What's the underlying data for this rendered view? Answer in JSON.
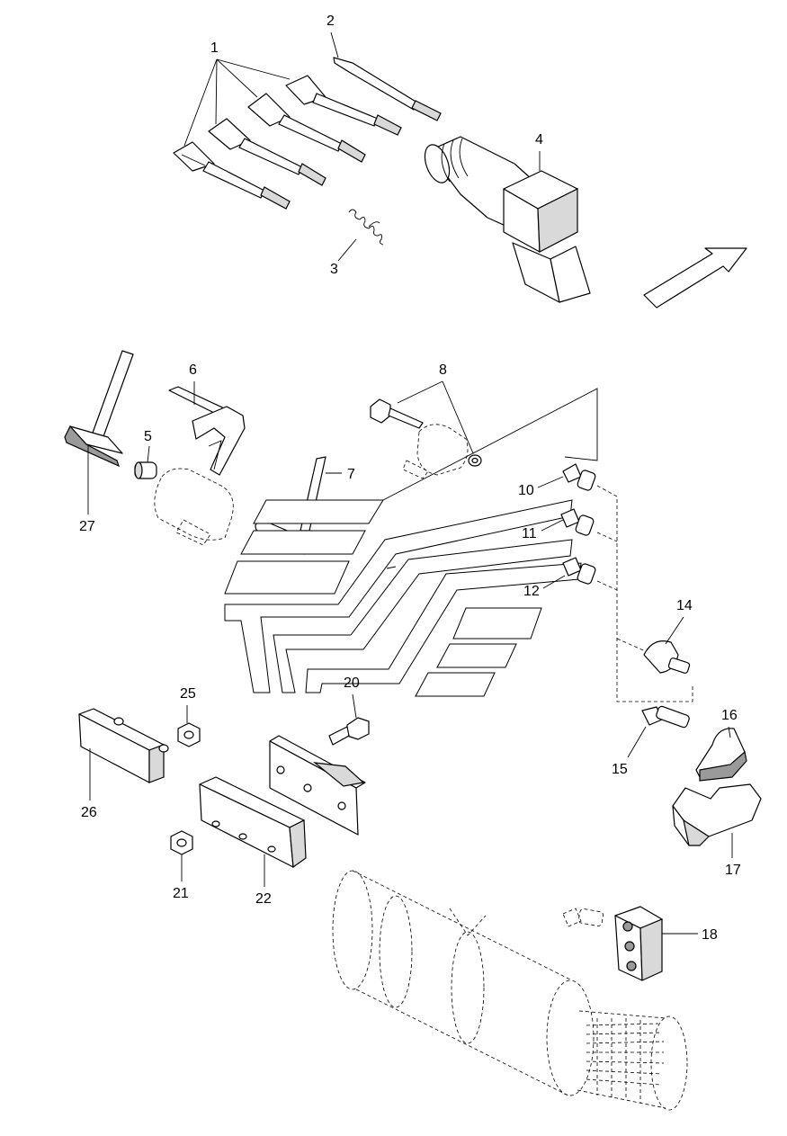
{
  "callouts": {
    "c1": "1",
    "c2": "2",
    "c3": "3",
    "c4": "4",
    "c5": "5",
    "c6": "6",
    "c7": "7",
    "c8": "8",
    "c10": "10",
    "c11": "11",
    "c12": "12",
    "c14": "14",
    "c15": "15",
    "c16": "16",
    "c17": "17",
    "c18": "18",
    "c20": "20",
    "c21": "21",
    "c22": "22",
    "c25": "25",
    "c26": "26",
    "c27": "27"
  },
  "icons": {
    "direction_arrow": "outline-arrow-icon"
  },
  "colors": {
    "line": "#000000",
    "background": "#ffffff",
    "shade": "#d9d9d9"
  }
}
